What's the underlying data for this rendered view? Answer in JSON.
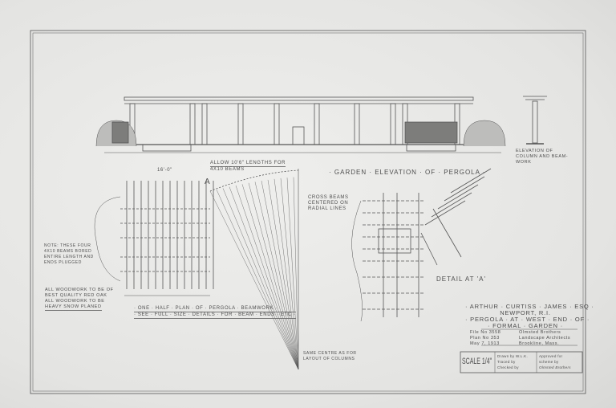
{
  "drawing": {
    "elevation_title": "· Garden · Elevation · of · Pergola ·",
    "allow_note": [
      "Allow 10'6\" lengths for",
      "4x10 beams"
    ],
    "column_elevation_label": [
      "Elevation of",
      "column and beam-",
      "work"
    ],
    "section_marker": "A",
    "plan_width_dim": "16'-0\"",
    "beam_note": [
      "Note: these four",
      "4x10 beams bored",
      "entire length and",
      "ends plugged"
    ],
    "woodwork_note": [
      "All woodwork to be of",
      "best quality red oak",
      "All woodwork to be",
      "heavy snow planed"
    ],
    "plan_title": [
      "· One · half · plan · of · pergola · beamwork ·",
      "· See · full · size · details · for · beam · ends · etc ·"
    ],
    "cross_beams_note": [
      "Cross beams",
      "centered on",
      "radial lines"
    ],
    "detail_label": "Detail at 'A'",
    "centre_note": [
      "Same centre as for",
      "layout of columns"
    ]
  },
  "title_block": {
    "client": "· Arthur · Curtiss · James · Esq ·",
    "location": "Newport, R.I.",
    "subject_1": "· Pergola · at · West · End · of ·",
    "subject_2": "· Formal · Garden ·",
    "file_no": "File No 3558",
    "plan_no": "Plan No 353",
    "date": "May 7, 1913",
    "firm": "Olmsted Brothers",
    "firm_title": "Landscape Architects",
    "firm_location": "Brookline, Mass.",
    "scale": "Scale 1/4\"",
    "drawn_by": "Drawn by W.L.K.",
    "traced_by": "Traced by",
    "checked_by": "Checked by",
    "approved": "Approved for",
    "approved_by": "scheme by",
    "signature": "Olmsted Brothers"
  }
}
